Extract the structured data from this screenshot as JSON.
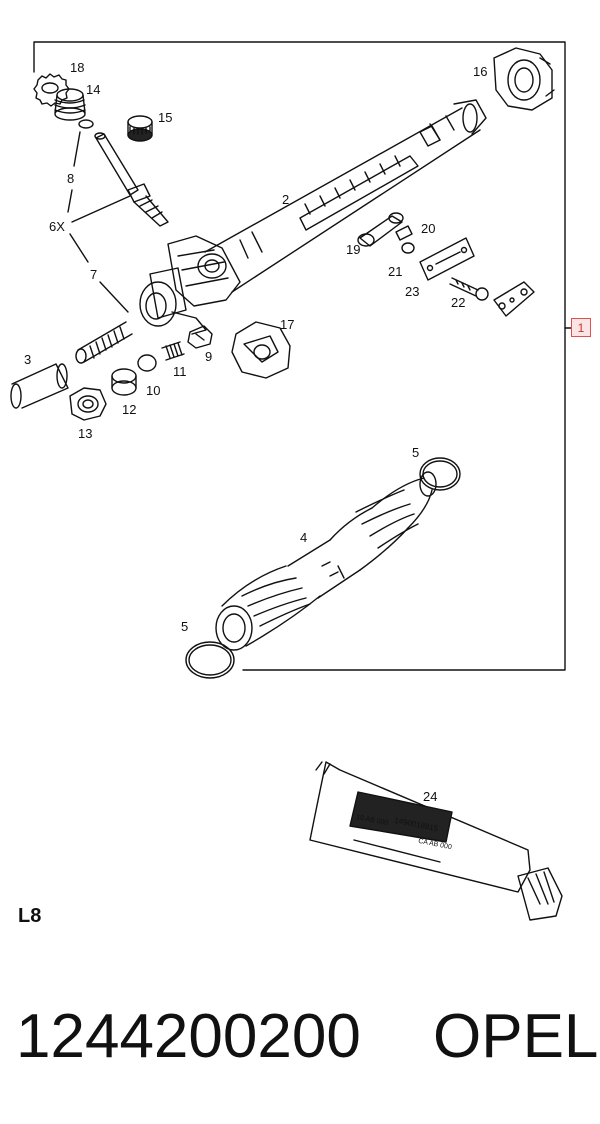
{
  "diagram": {
    "reference_box": "1",
    "callouts": {
      "c1": "18",
      "c2": "14",
      "c3": "15",
      "c4": "16",
      "c5": "8",
      "c6": "6X",
      "c7": "7",
      "c8": "2",
      "c9": "20",
      "c10": "19",
      "c11": "21",
      "c12": "23",
      "c13": "22",
      "c14": "17",
      "c15": "3",
      "c16": "9",
      "c17": "11",
      "c18": "10",
      "c19": "12",
      "c20": "13",
      "c21": "5",
      "c22": "4",
      "c23": "5",
      "c24": "24"
    },
    "grease_label": {
      "line1": "1#90018815",
      "line2": "10 AB 000",
      "line3": "CA AB 000"
    }
  },
  "variant_label": "L8",
  "part_number": "1244200200",
  "brand": "OPEL"
}
